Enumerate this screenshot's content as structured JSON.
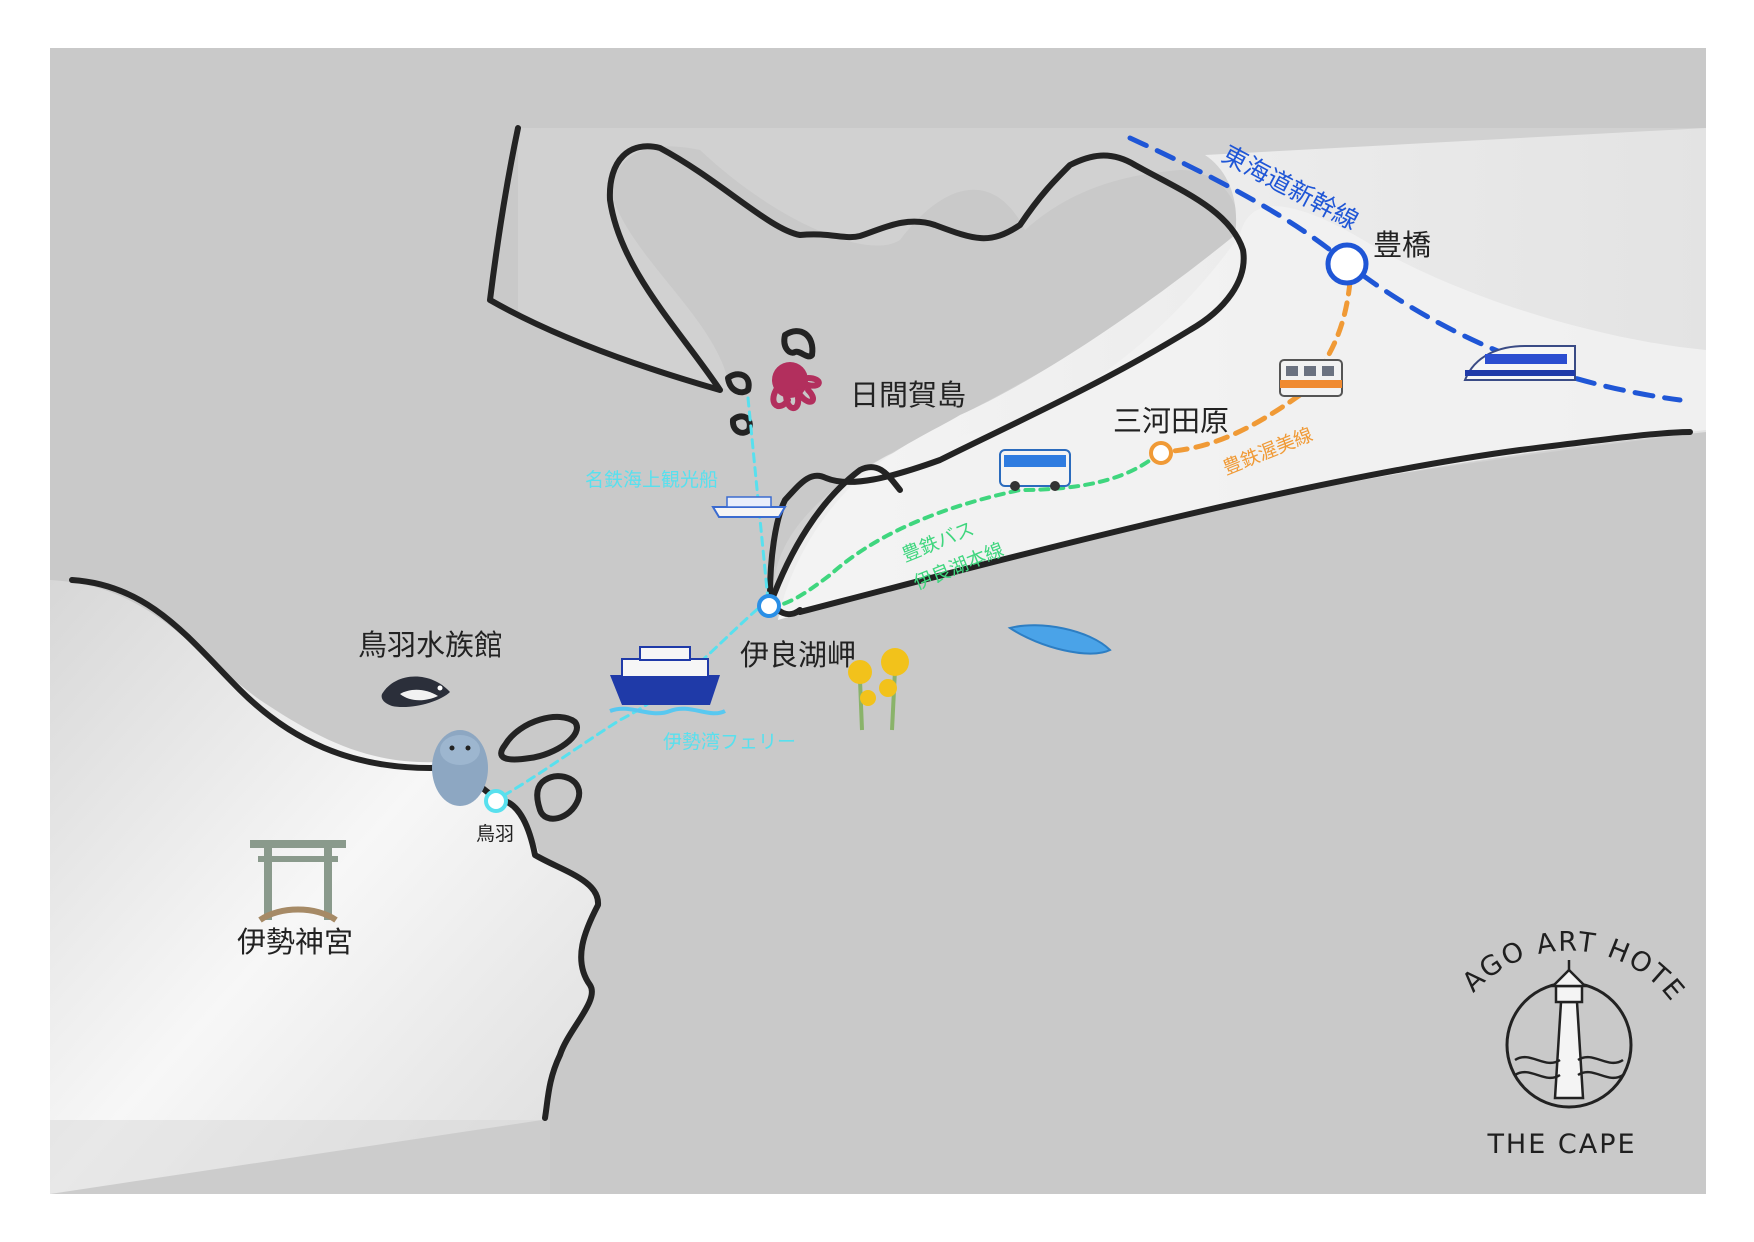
{
  "colors": {
    "sea": "#c9c9c9",
    "land": "#efefef",
    "coast": "#232323",
    "shinkansen": "#1f56d6",
    "railway": "#f09a36",
    "bus": "#3fd67e",
    "ferry": "#58e0ee"
  },
  "places": {
    "toyohashi": "豊橋",
    "mikawa_tahara": "三河田原",
    "himakajima": "日間賀島",
    "irago_misaki": "伊良湖岬",
    "toba_aquarium": "鳥羽水族館",
    "toba": "鳥羽",
    "ise_jingu": "伊勢神宮"
  },
  "routes": {
    "shinkansen": "東海道新幹線",
    "atsumi_line": "豊鉄渥美線",
    "bus_line1": "豊鉄バス",
    "bus_line2": "伊良湖本線",
    "sightseeing_boat": "名鉄海上観光船",
    "ise_ferry": "伊勢湾フェリー"
  },
  "logo": {
    "arc_text": "IRAGO ART HOTEL",
    "name": "THE CAPE"
  },
  "icons": [
    "shinkansen-train-icon",
    "local-train-icon",
    "bus-icon",
    "octopus-icon",
    "boat-icon",
    "ferry-icon",
    "dolphin-icon",
    "dugong-icon",
    "torii-gate-icon",
    "rapeseed-flower-icon",
    "surfboard-icon",
    "lighthouse-icon"
  ]
}
